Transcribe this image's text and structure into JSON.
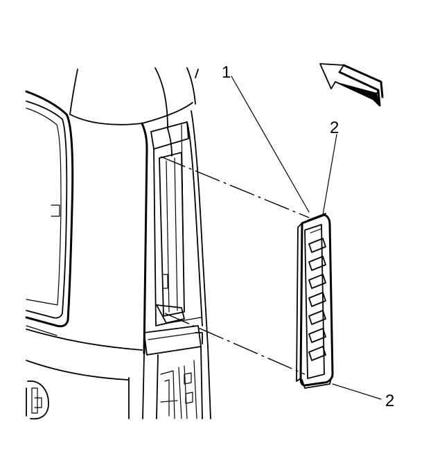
{
  "callouts": {
    "vent_label": "1",
    "clip_top_label": "2",
    "clip_bottom_label": "2"
  },
  "icons": {
    "direction_arrow": "forward-arrow-icon"
  },
  "colors": {
    "line": "#000000",
    "background": "#ffffff"
  }
}
